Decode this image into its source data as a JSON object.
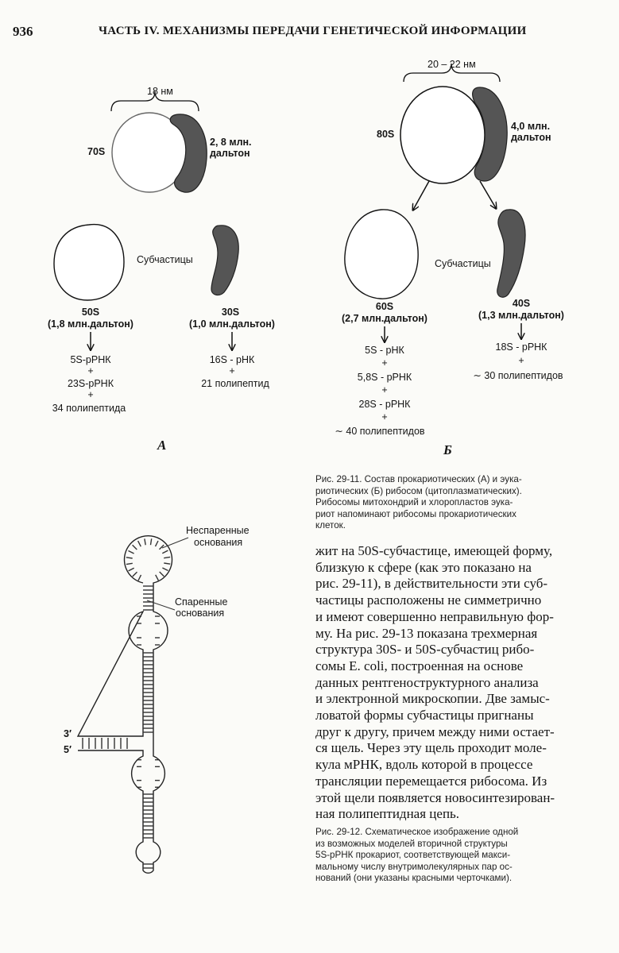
{
  "header": {
    "page_number": "936",
    "running_head": "ЧАСТЬ IV. МЕХАНИЗМЫ ПЕРЕДАЧИ ГЕНЕТИЧЕСКОЙ ИНФОРМАЦИИ"
  },
  "figure_29_11": {
    "prokaryote": {
      "size_label": "18 нм",
      "ribosome_label": "70S",
      "mass_label_line1": "2, 8 млн.",
      "mass_label_line2": "дальтон",
      "subparticles_label": "Субчастицы",
      "large": {
        "name": "50S",
        "mass": "(1,8 млн.дальтон)",
        "component1": "5S-рРНК",
        "plus1": "+",
        "component2": "23S-рРНК",
        "plus2": "+",
        "component3": "34 полипептида"
      },
      "small": {
        "name": "30S",
        "mass": "(1,0 млн.дальтон)",
        "component1": "16S - рНК",
        "plus1": "+",
        "component2": "21 полипептид"
      },
      "panel_label": "А"
    },
    "eukaryote": {
      "size_label": "20 – 22 нм",
      "ribosome_label": "80S",
      "mass_label_line1": "4,0 млн.",
      "mass_label_line2": "дальтон",
      "subparticles_label": "Субчастицы",
      "large": {
        "name": "60S",
        "mass": "(2,7 млн.дальтон)",
        "component1": "5S - рНК",
        "plus1": "+",
        "component2": "5,8S - рРНК",
        "plus2": "+",
        "component3": "28S - рРНК",
        "plus3": "+",
        "component4": "∼ 40 полипептидов"
      },
      "small": {
        "name": "40S",
        "mass": "(1,3 млн.дальтон)",
        "component1": "18S - рРНК",
        "plus1": "+",
        "component2": "∼ 30 полипептидов"
      },
      "panel_label": "Б"
    },
    "caption_lines": [
      "Рис. 29-11. Состав прокариотических (А) и эука-",
      "риотических (Б) рибосом (цитоплазматических).",
      "Рибосомы митохондрий и хлоропластов эука-",
      "риот напоминают рибосомы прокариотических",
      "клеток."
    ]
  },
  "figure_29_12": {
    "unpaired_label_line1": "Неспаренные",
    "unpaired_label_line2": "основания",
    "paired_label_line1": "Спаренные",
    "paired_label_line2": "основания",
    "end_3": "3′",
    "end_5": "5′",
    "caption_lines": [
      "Рис. 29-12. Схематическое изображение одной",
      "из возможных моделей вторичной структуры",
      "5S-рРНК прокариот, соответствующей макси-",
      "мальному числу внутримолекулярных пар ос-",
      "нований (они указаны красными черточками)."
    ]
  },
  "body_text_lines": [
    "жит на 50S-субчастице, имеющей форму,",
    "близкую к сфере (как это показано на",
    "рис. 29-11), в действительности эти суб-",
    "частицы расположены не симметрично",
    "и имеют совершенно неправильную фор-",
    "му. На рис. 29-13 показана трехмерная",
    "структура 30S- и 50S-субчастиц рибо-",
    "сомы E. coli, построенная на основе",
    "данных рентгеноструктурного анализа",
    "и электронной микроскопии. Две замыс-",
    "ловатой формы субчастицы пригнаны",
    "друг к другу, причем между ними остает-",
    "ся щель. Через эту щель проходит моле-",
    "кула мРНК, вдоль которой в процессе",
    "трансляции перемещается рибосома. Из",
    "этой щели появляется новосинтезирован-",
    "ная полипептидная цепь."
  ]
}
